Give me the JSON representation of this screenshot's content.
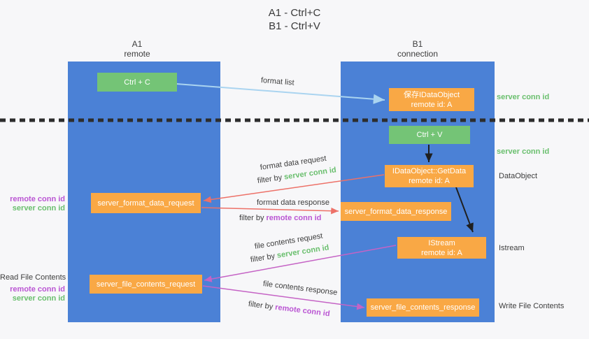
{
  "title": {
    "line1": "A1 - Ctrl+C",
    "line2": "B1 - Ctrl+V"
  },
  "lanes": {
    "a1": {
      "name": "A1",
      "subtitle": "remote"
    },
    "b1": {
      "name": "B1",
      "subtitle": "connection"
    }
  },
  "nodes": {
    "ctrl_c": {
      "label": "Ctrl + C"
    },
    "ctrl_v": {
      "label": "Ctrl + V"
    },
    "save_dataobject": {
      "line1": "保存IDataObject",
      "line2": "remote id: A"
    },
    "getdata": {
      "line1": "IDataObject::GetData",
      "line2": "remote id: A"
    },
    "format_request": {
      "label": "server_format_data_request"
    },
    "format_response": {
      "label": "server_format_data_response"
    },
    "istream": {
      "line1": "IStream",
      "line2": "remote id: A"
    },
    "file_request": {
      "label": "server_file_contents_request"
    },
    "file_response": {
      "label": "server_file_contents_response"
    }
  },
  "edge_labels": {
    "format_list": "format list",
    "format_data_request": "format data request",
    "format_data_response": "format data response",
    "file_contents_request": "file contents request",
    "file_contents_response": "file contents response",
    "filter_by": "filter by",
    "server_conn_id": "server conn id",
    "remote_conn_id": "remote conn id"
  },
  "side_labels": {
    "right_server_conn_id_top": "server conn id",
    "right_server_conn_id_mid": "server conn id",
    "dataobject": "DataObject",
    "istream": "Istream",
    "write_file_contents": "Write File Contents",
    "read_file_contents": "Read File Contents",
    "left_remote_conn_id_top": "remote conn id",
    "left_server_conn_id_top": "server conn id",
    "left_remote_conn_id_bottom": "remote conn id",
    "left_server_conn_id_bottom": "server conn id"
  },
  "colors": {
    "lane_blue": "#4b81d6",
    "node_green": "#74c476",
    "node_orange": "#f9a845",
    "text_green": "#6abf6e",
    "text_purple": "#ba55d3",
    "arrow_red": "#ed7168",
    "arrow_magenta": "#c563c5",
    "arrow_light_blue": "#aad4f0",
    "arrow_black": "#1f1f1f",
    "dashed_divider": "#2d2d2d",
    "background": "#f7f7f9"
  }
}
